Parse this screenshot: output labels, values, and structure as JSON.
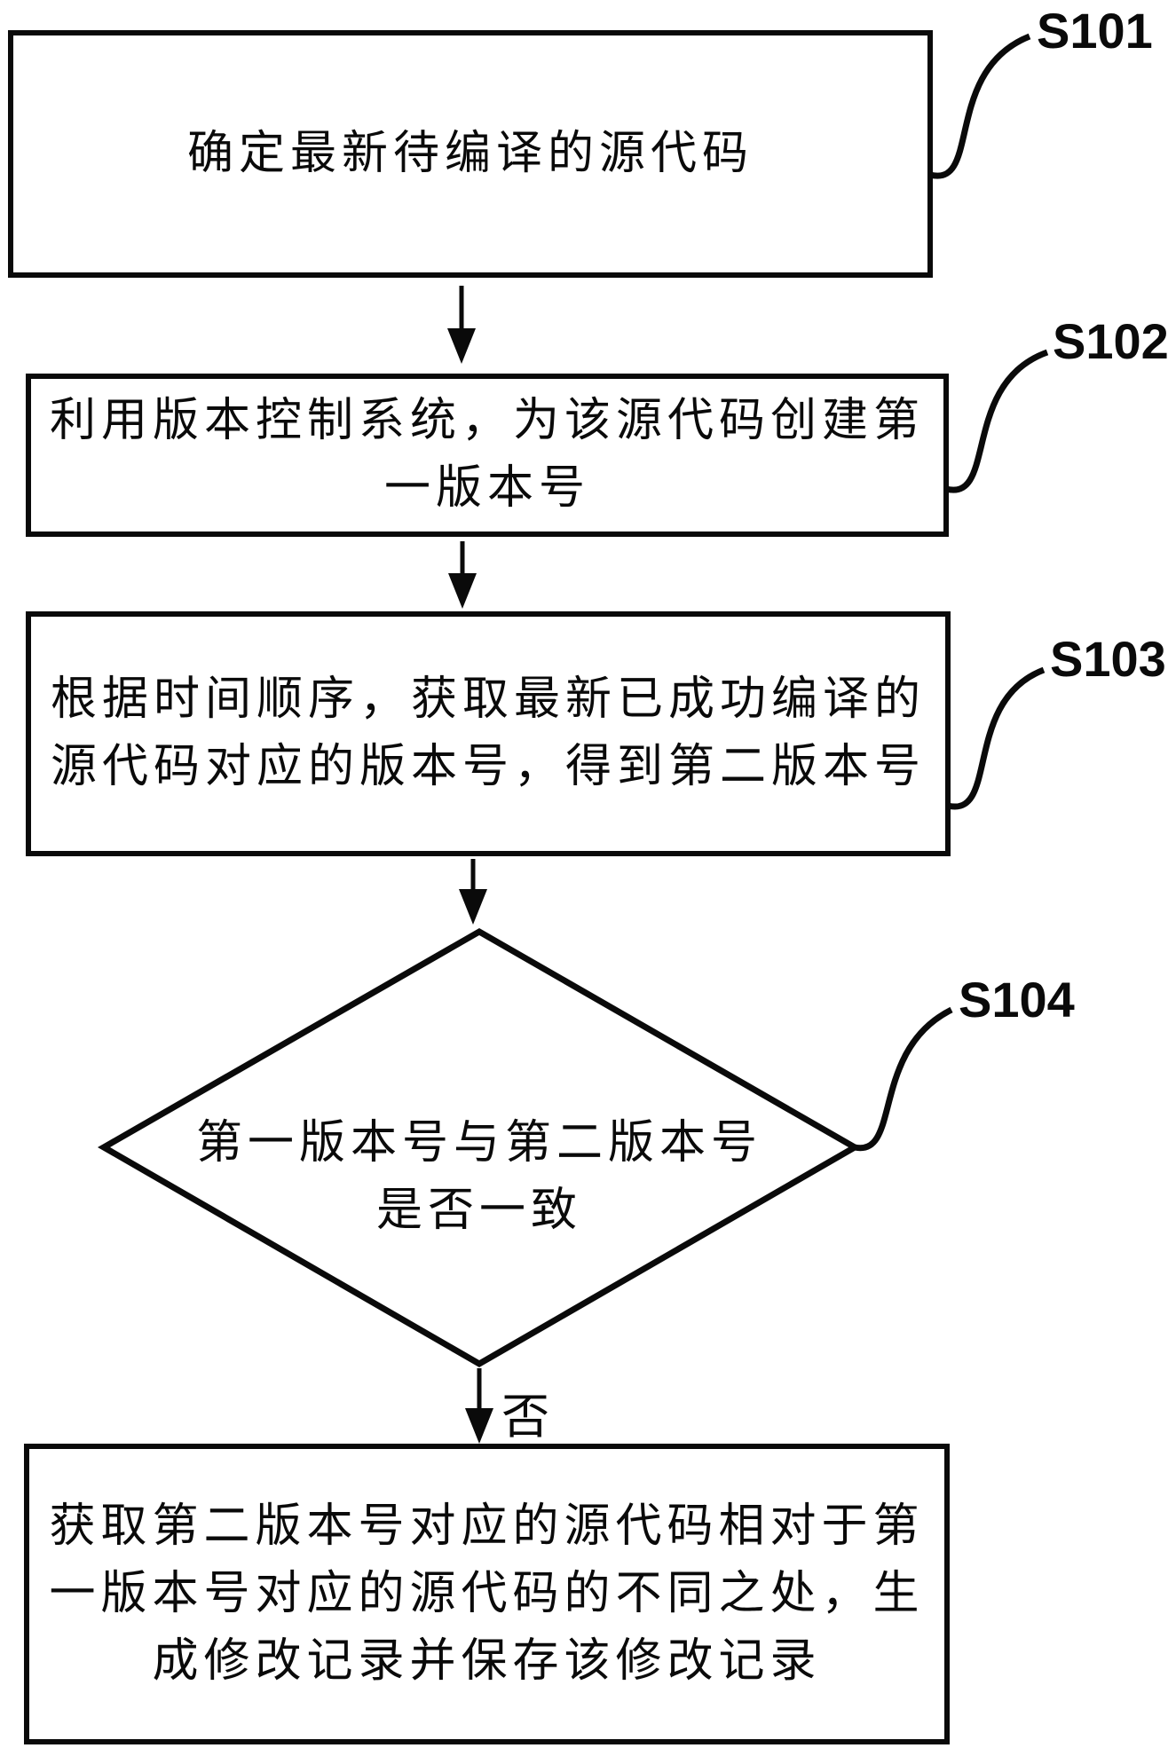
{
  "figure": {
    "background": "#ffffff",
    "ink_color": "#0a0a0a",
    "steps": [
      {
        "label": "S101",
        "type": "process",
        "lines": [
          "确定最新待编译的源代码"
        ]
      },
      {
        "label": "S102",
        "type": "process",
        "lines": [
          "利用版本控制系统，为该源代码创建第",
          "一版本号"
        ]
      },
      {
        "label": "S103",
        "type": "process",
        "lines": [
          "根据时间顺序，获取最新已成功编译的",
          "源代码对应的版本号，得到第二版本号"
        ]
      },
      {
        "label": "S104",
        "type": "decision",
        "lines": [
          "第一版本号与第二版本号",
          "是否一致"
        ]
      },
      {
        "type": "process",
        "lines": [
          "获取第二版本号对应的源代码相对于第",
          "一版本号对应的源代码的不同之处，生",
          "成修改记录并保存该修改记录"
        ]
      }
    ],
    "branch_labels": {
      "no": "否"
    }
  }
}
